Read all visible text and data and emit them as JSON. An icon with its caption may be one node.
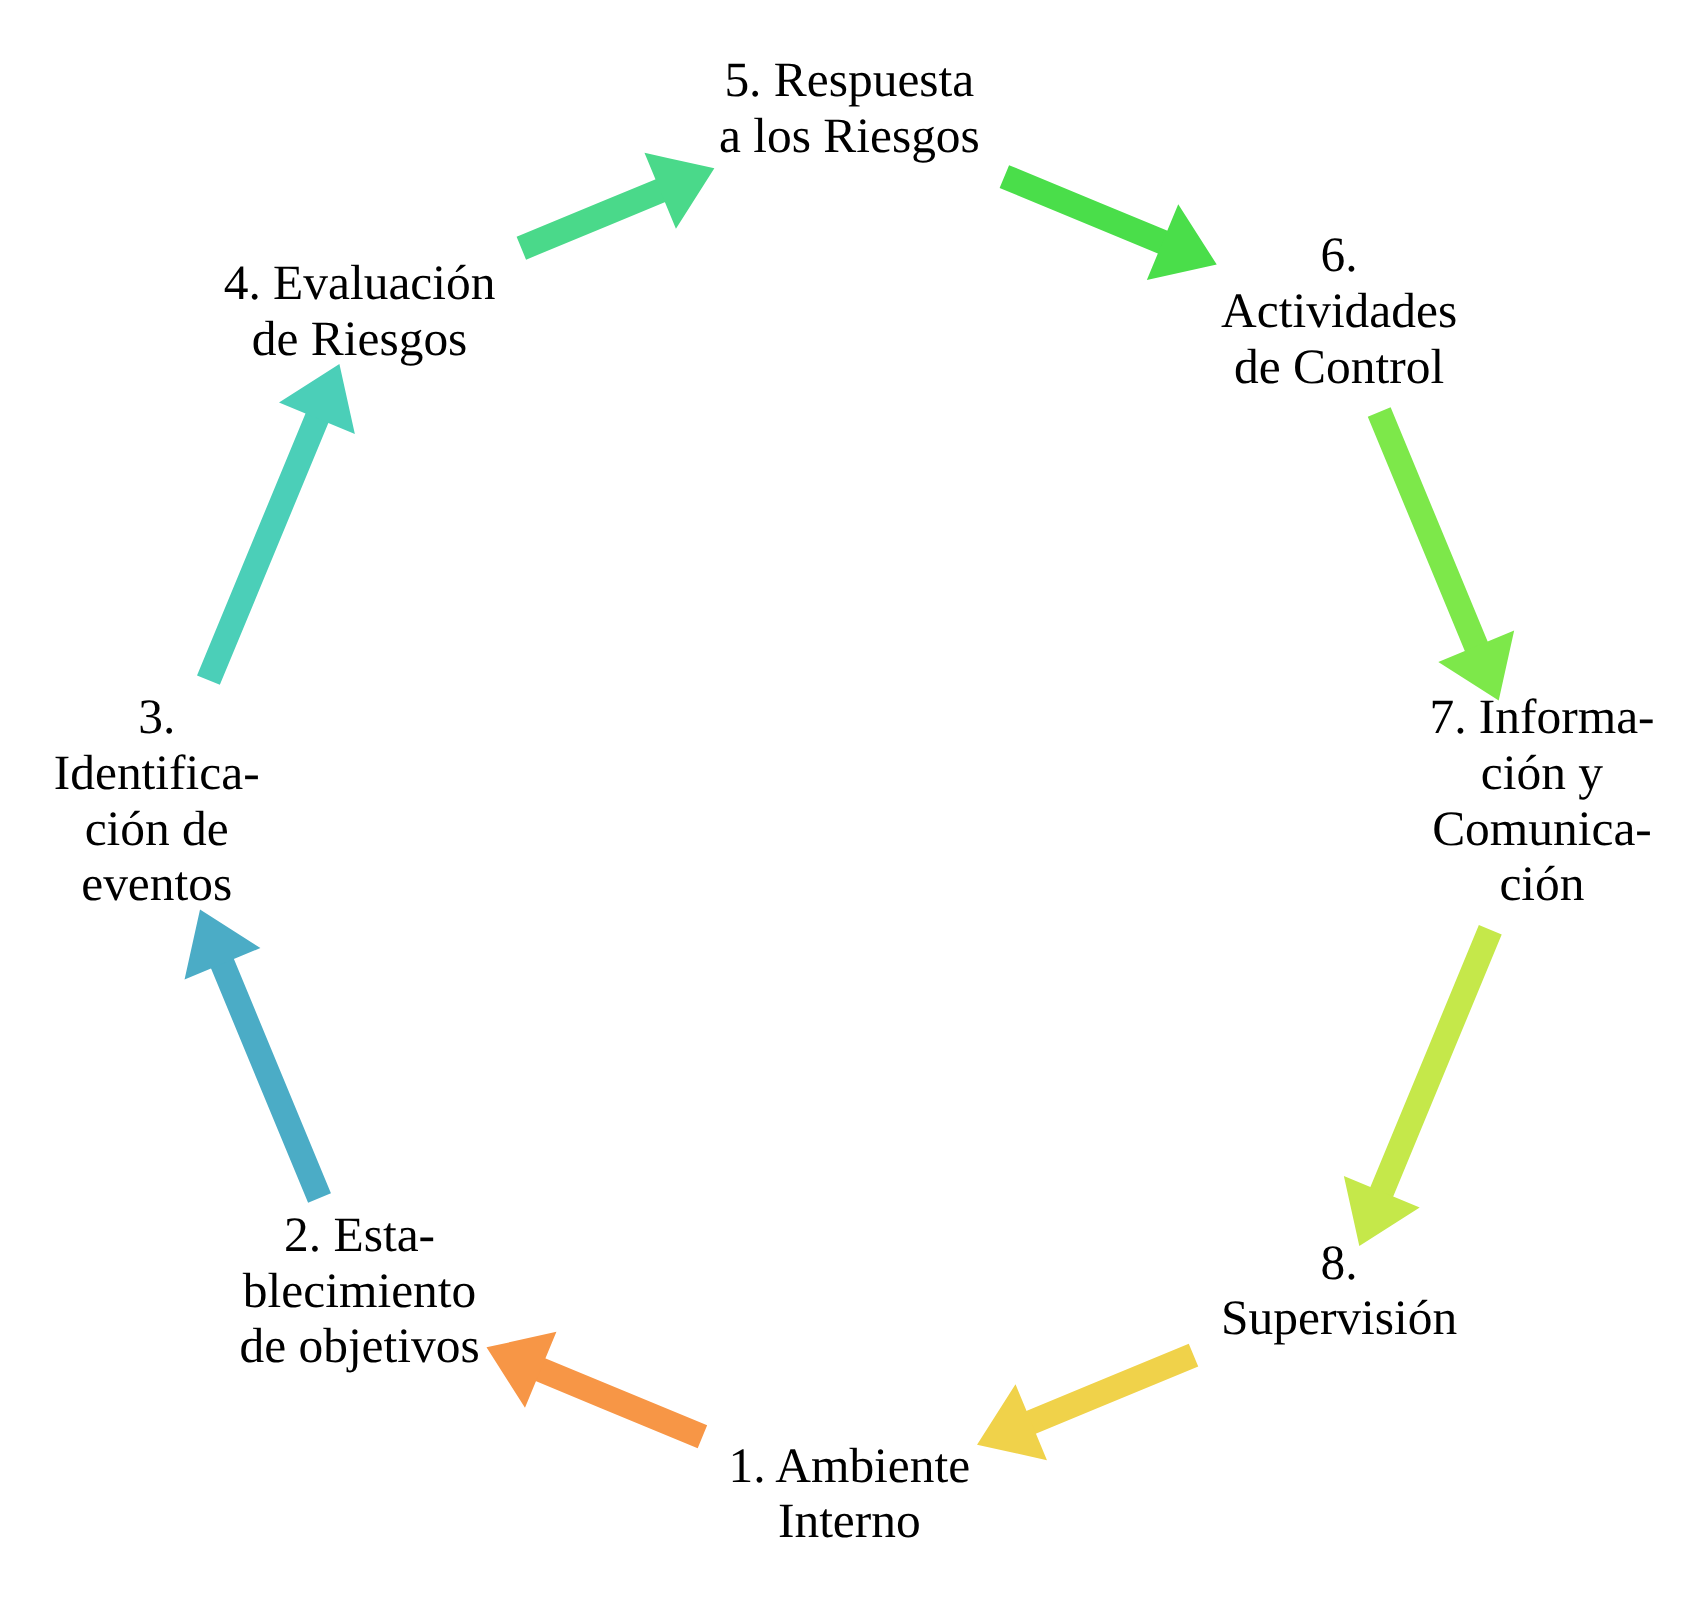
{
  "diagram": {
    "nodes": [
      {
        "text": [
          "1. Ambiente Interno"
        ]
      },
      {
        "text": [
          "2. Esta- blecimiento de objetivos"
        ]
      },
      {
        "text": [
          "3. Identifica- ción de eventos"
        ]
      },
      {
        "text": [
          "4. Evaluación de Riesgos"
        ]
      },
      {
        "text": [
          "5. Respuesta a los Riesgos"
        ]
      },
      {
        "text": [
          "6. Actividades de Control"
        ]
      },
      {
        "text": [
          "7. Informa- ción y Comunica- ción"
        ]
      },
      {
        "text": [
          "8. Supervisión"
        ]
      }
    ],
    "edges": [
      {
        "from": 0,
        "to": 1,
        "arrow": "to",
        "color": "#f79646"
      },
      {
        "from": 1,
        "to": 2,
        "arrow": "to",
        "color": "#4bacc6"
      },
      {
        "from": 2,
        "to": 3,
        "arrow": "to",
        "color": "#4bcfb8"
      },
      {
        "from": 3,
        "to": 4,
        "arrow": "to",
        "color": "#4ad98a"
      },
      {
        "from": 4,
        "to": 5,
        "arrow": "to",
        "color": "#4ade4a"
      },
      {
        "from": 5,
        "to": 6,
        "arrow": "to",
        "color": "#7de84a"
      },
      {
        "from": 6,
        "to": 7,
        "arrow": "to",
        "color": "#c5e84a"
      },
      {
        "from": 7,
        "to": 0,
        "arrow": "to",
        "color": "#f0d24a"
      }
    ]
  }
}
